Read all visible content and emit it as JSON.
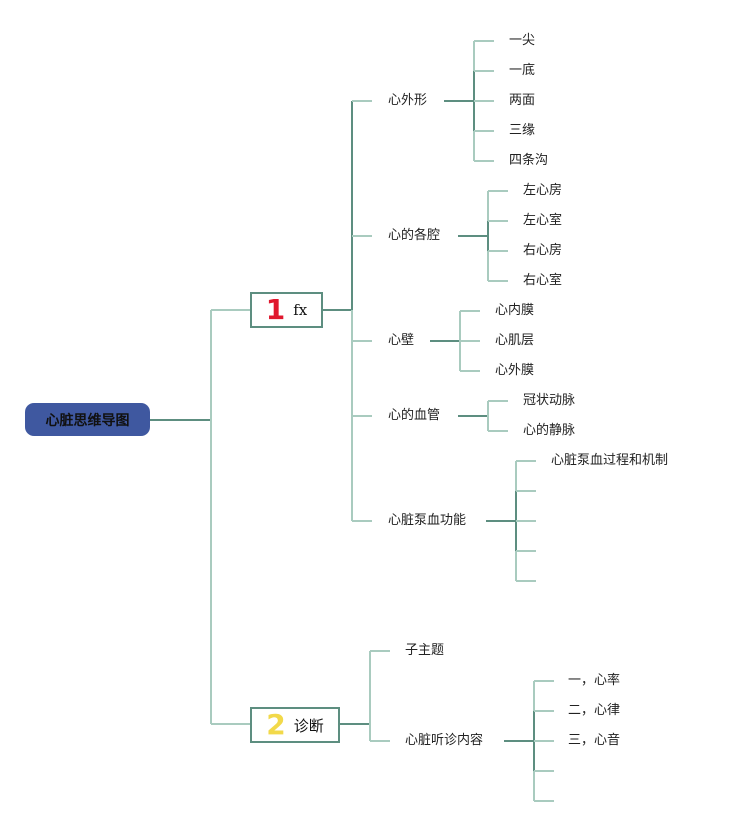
{
  "root": {
    "label": "心脏思维导图",
    "color": "#3f58a0"
  },
  "colors": {
    "line_light": "#a9cbbf",
    "line_dark": "#5d8e80",
    "branch1_number": "#e0182e",
    "branch2_number": "#f2d94a"
  },
  "branches": [
    {
      "number": "1",
      "label": "fx",
      "topics": [
        {
          "label": "心外形",
          "children": [
            "一尖",
            "一底",
            "两面",
            "三缘",
            "四条沟"
          ]
        },
        {
          "label": "心的各腔",
          "children": [
            "左心房",
            "左心室",
            "右心房",
            "右心室"
          ]
        },
        {
          "label": "心壁",
          "children": [
            "心内膜",
            "心肌层",
            "心外膜"
          ]
        },
        {
          "label": "心的血管",
          "children": [
            "冠状动脉",
            "心的静脉"
          ]
        },
        {
          "label": "心脏泵血功能",
          "children": [
            "心脏泵血过程和机制",
            "",
            "",
            "",
            ""
          ]
        }
      ]
    },
    {
      "number": "2",
      "label": "诊断",
      "topics": [
        {
          "label": "子主题",
          "children": []
        },
        {
          "label": "心脏听诊内容",
          "children": [
            "一，心率",
            "二，心律",
            "三，心音",
            "",
            ""
          ]
        }
      ]
    }
  ]
}
